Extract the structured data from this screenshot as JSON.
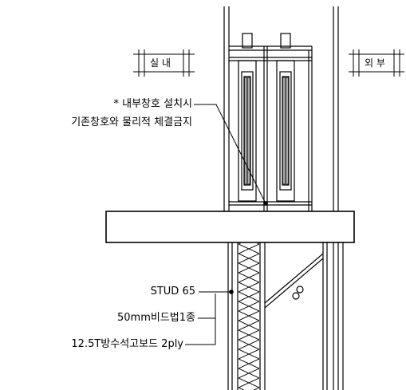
{
  "zone_tags": {
    "interior": "실 내",
    "exterior": "외 부"
  },
  "callouts": {
    "window_note_line1": "* 내부창호 설치시",
    "window_note_line2": "기존창호와 물리적 체결금지",
    "stud": "STUD 65",
    "insulation": "50mm비드법1종",
    "gypsum": "12.5T방수석고보드 2ply"
  }
}
